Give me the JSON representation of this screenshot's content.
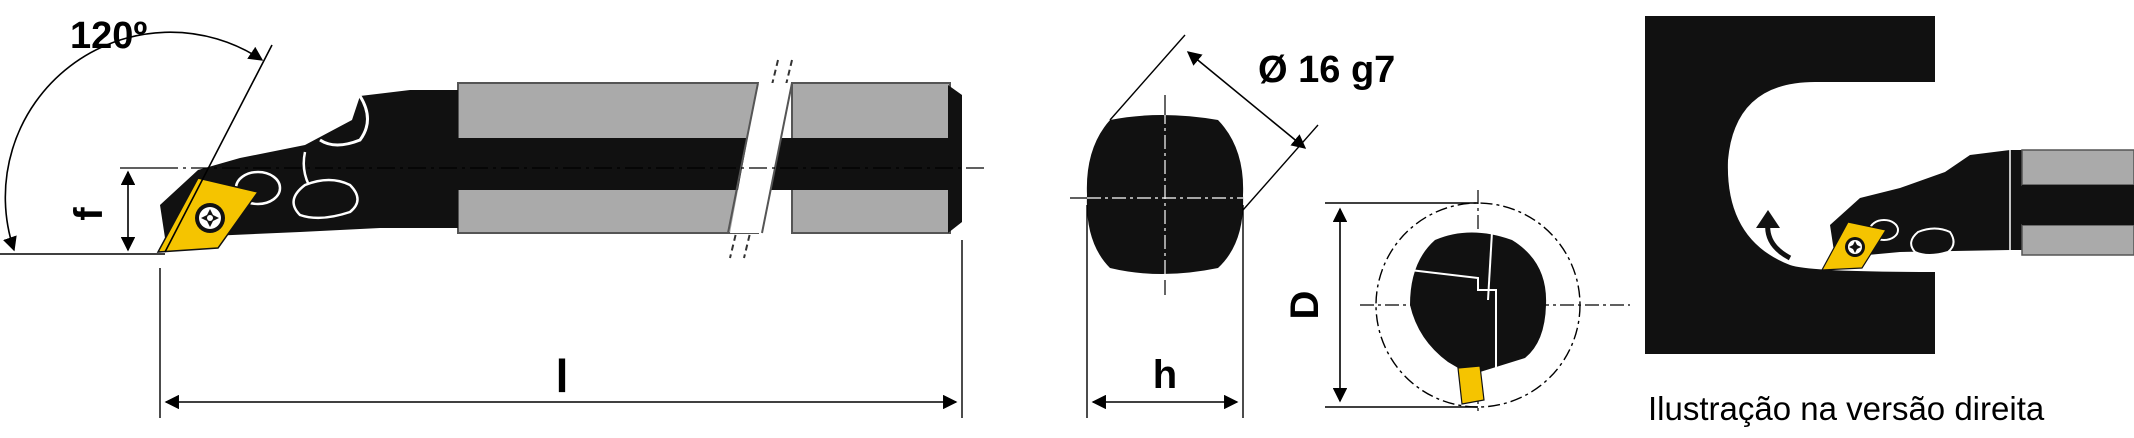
{
  "labels": {
    "angle": "120º",
    "f": "f",
    "l": "l",
    "diameter": "Ø 16 g7",
    "h": "h",
    "D": "D"
  },
  "caption": "Ilustração na versão direita",
  "colors": {
    "body": "#111111",
    "insert": "#F5C400",
    "shank_gray": "#AAAAAA",
    "line": "#000000",
    "background": "#FFFFFF"
  },
  "icons": {
    "screw": "torx-screw-icon",
    "rotation": "rotation-arrow-icon"
  }
}
